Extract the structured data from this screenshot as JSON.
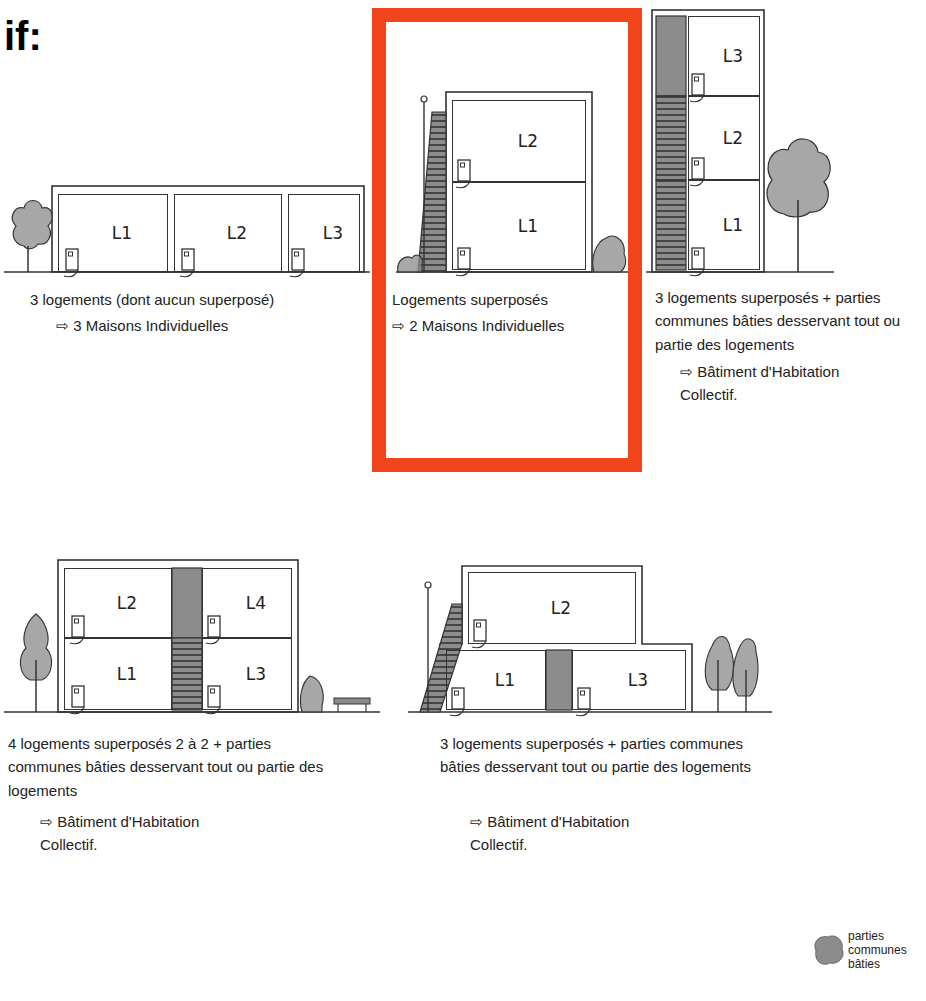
{
  "diagram": {
    "title": "if:",
    "nodes": [
      {
        "text": [
          "L1"
        ]
      },
      {
        "text": [
          "L2"
        ]
      },
      {
        "text": [
          "L3"
        ]
      },
      {
        "text": [
          "L2"
        ]
      },
      {
        "text": [
          "L1"
        ]
      },
      {
        "text": [
          "L3"
        ]
      },
      {
        "text": [
          "L2"
        ]
      },
      {
        "text": [
          "L1"
        ]
      },
      {
        "text": [
          "L2"
        ]
      },
      {
        "text": [
          "L4"
        ]
      },
      {
        "text": [
          "L1"
        ]
      },
      {
        "text": [
          "L3"
        ]
      },
      {
        "text": [
          "L2"
        ]
      },
      {
        "text": [
          "L1"
        ]
      },
      {
        "text": [
          "L3"
        ]
      }
    ],
    "labels": [
      "3 logements (dont aucun superposé)",
      "⇨ 3 Maisons Individuelles",
      "Logements superposés",
      "⇨ 2 Maisons Individuelles",
      "3 logements superposés + parties communes bâties desservant tout ou partie des logements",
      "⇨ Bâtiment d'Habitation Collectif.",
      "4 logements superposés 2 à 2 + parties communes bâties desservant tout ou partie des logements",
      "⇨ Bâtiment d'Habitation Collectif.",
      "3 logements superposés + parties communes bâties desservant tout ou partie des logements",
      "⇨ Bâtiment d'Habitation Collectif."
    ],
    "legend": [
      {
        "text": "parties communes bâties",
        "color": "#8c8c8c"
      }
    ]
  }
}
